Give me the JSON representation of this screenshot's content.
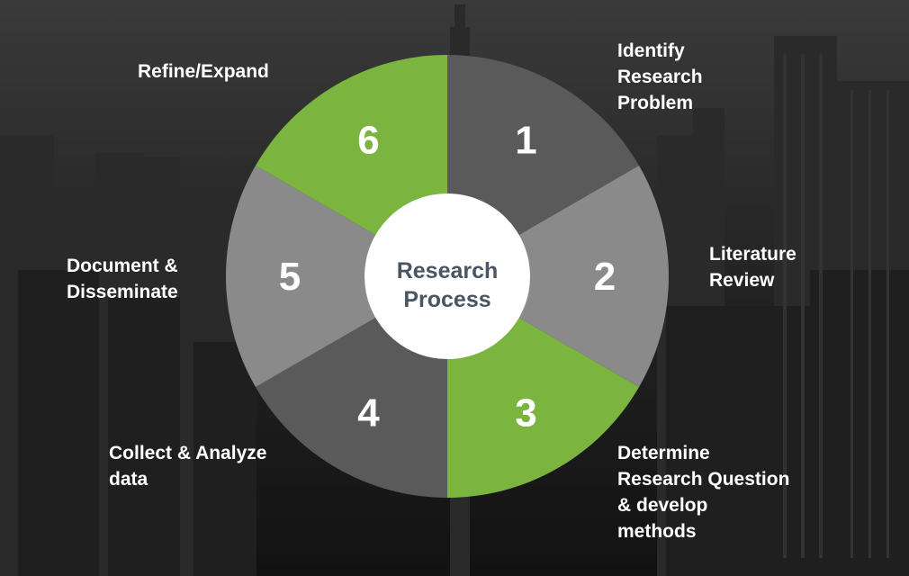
{
  "center_label": {
    "line1": "Research",
    "line2": "Process"
  },
  "colors": {
    "green": "#7cb440",
    "dark_gray": "#5a5a5a",
    "mid_gray": "#8a8a8a",
    "center_fill": "#ffffff",
    "center_text": "#4a5563",
    "background": "#1c1c1c"
  },
  "steps": [
    {
      "number": "1",
      "label": "Identify\nResearch\nProblem",
      "color": "dark_gray"
    },
    {
      "number": "2",
      "label": "Literature\nReview",
      "color": "mid_gray"
    },
    {
      "number": "3",
      "label": "Determine\nResearch Question\n& develop\nmethods",
      "color": "green"
    },
    {
      "number": "4",
      "label": "Collect & Analyze\ndata",
      "color": "dark_gray"
    },
    {
      "number": "5",
      "label": "Document &\nDisseminate",
      "color": "mid_gray"
    },
    {
      "number": "6",
      "label": "Refine/Expand",
      "color": "green"
    }
  ]
}
